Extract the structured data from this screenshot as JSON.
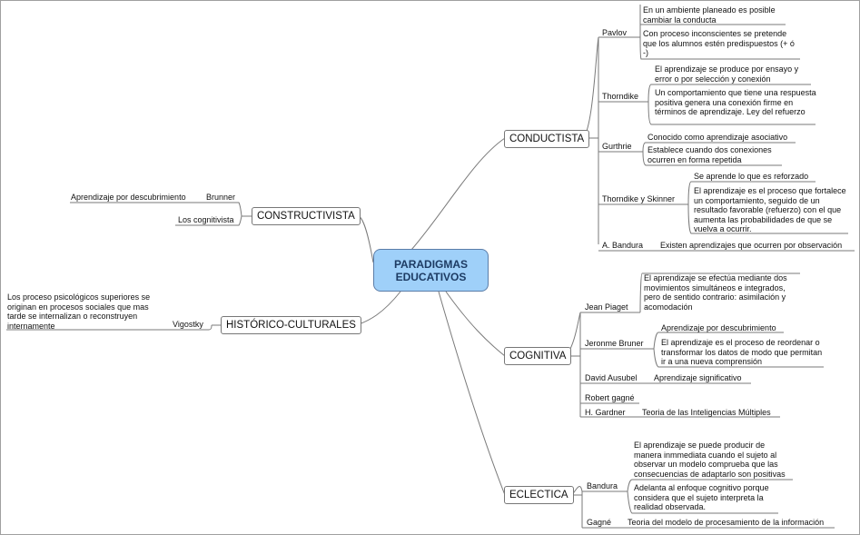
{
  "center": "PARADIGMAS\nEDUCATIVOS",
  "conductista": {
    "label": "CONDUCTISTA",
    "pavlov": {
      "label": "Pavlov",
      "n1": "En un ambiente planeado es posible cambiar la conducta",
      "n2": "Con proceso inconscientes se pretende que los alumnos estén predispuestos (+ ó -)"
    },
    "thorndike": {
      "label": "Thorndike",
      "n1": "El aprendizaje se produce por ensayo y error o por selección y conexión",
      "n2": "Un comportamiento que tiene una respuesta positiva genera una conexión firme en términos de aprendizaje. Ley del refuerzo"
    },
    "gurthrie": {
      "label": "Gurthrie",
      "n1": "Conocido como aprendizaje asociativo",
      "n2": "Establece cuando dos conexiones ocurren en forma repetida"
    },
    "thorndike_skinner": {
      "label": "Thorndike y Skinner",
      "n1": "Se aprende lo que es reforzado",
      "n2": "El aprendizaje es el proceso que fortalece un comportamiento, seguido de un resultado favorable (refuerzo) con el que aumenta las probabilidades de que se vuelva a ocurrir."
    },
    "bandura": {
      "label": "A. Bandura",
      "n1": "Existen aprendizajes que ocurren por observación"
    }
  },
  "cognitiva": {
    "label": "COGNITIVA",
    "piaget": {
      "label": "Jean Piaget",
      "n1": "El aprendizaje se efectúa mediante dos movimientos simultáneos e integrados, pero de sentido contrario: asimilación y acomodación"
    },
    "bruner": {
      "label": "Jeronme Bruner",
      "n1": "Aprendizaje por descubrimiento",
      "n2": "El aprendizaje es el proceso de reordenar o transformar los datos de modo que permitan ir a una nueva comprensión"
    },
    "ausubel": {
      "label": "David Ausubel",
      "n1": "Aprendizaje significativo"
    },
    "gagne": {
      "label": "Robert gagné"
    },
    "gardner": {
      "label": "H. Gardner",
      "n1": "Teoria de las Inteligencias Múltiples"
    }
  },
  "eclectica": {
    "label": "ECLECTICA",
    "bandura": {
      "label": "Bandura",
      "n1": "El aprendizaje se puede producir de manera inmmediata cuando el sujeto al observar un modelo comprueba que las consecuencias de adaptarlo son positivas",
      "n2": "Adelanta al enfoque cognitivo porque considera que el sujeto interpreta la realidad observada."
    },
    "gagne": {
      "label": "Gagné",
      "n1": "Teoria del modelo de procesamiento de la información"
    }
  },
  "constructivista": {
    "label": "CONSTRUCTIVISTA",
    "brunner": {
      "label": "Brunner",
      "n1": "Aprendizaje por descubrimiento"
    },
    "cognitivista": {
      "label": "Los cognitivista"
    }
  },
  "historico": {
    "label": "HISTÓRICO-CULTURALES",
    "vigostky": {
      "label": "Vigostky",
      "n1": "Los proceso psicológicos superiores se originan en procesos sociales que mas tarde se internalizan o reconstruyen internamente"
    }
  }
}
